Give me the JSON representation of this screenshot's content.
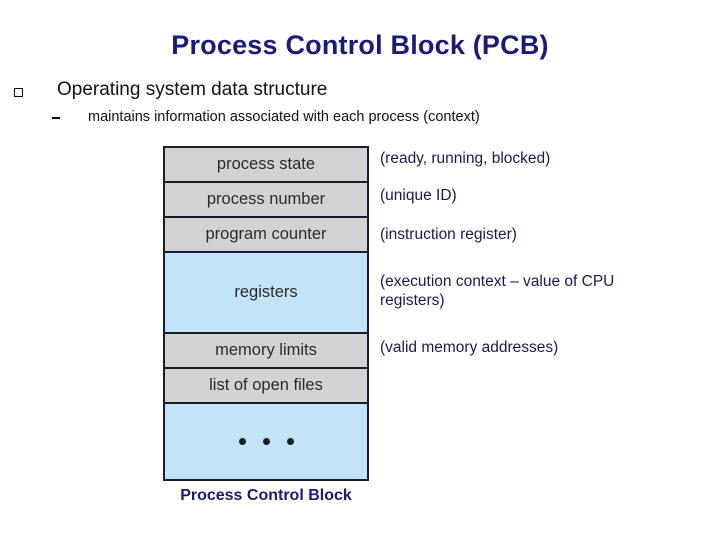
{
  "slide": {
    "title": "Process Control Block (PCB)",
    "title_color": "#1a1a78",
    "background_color": "#ffffff"
  },
  "bullets": {
    "level1": {
      "marker": "hollow-square-bullet",
      "text": "Operating system data structure"
    },
    "level2": {
      "marker": "dash-bullet",
      "text": "maintains information associated with each process (context)"
    }
  },
  "diagram": {
    "caption": "Process Control Block",
    "caption_color": "#1a1a78",
    "colors": {
      "gray_row": "#d2d2d2",
      "blue_row": "#c3e4f8",
      "border": "#1a1a2e",
      "row_text": "#2b2b2b"
    },
    "rows": [
      {
        "label": "process state",
        "fill": "gray",
        "size": "h-sm"
      },
      {
        "label": "process number",
        "fill": "gray",
        "size": "h-sm"
      },
      {
        "label": "program counter",
        "fill": "gray",
        "size": "h-sm"
      },
      {
        "label": "registers",
        "fill": "blue",
        "size": "h-lg"
      },
      {
        "label": "memory limits",
        "fill": "gray",
        "size": "h-sm"
      },
      {
        "label": "list of open files",
        "fill": "gray",
        "size": "h-sm"
      },
      {
        "label": "• • •",
        "fill": "blue",
        "size": "h-xl"
      }
    ]
  },
  "annotations": {
    "color": "#1a1a4e",
    "items": [
      {
        "text": "(ready, running, blocked)",
        "for_row": "process state"
      },
      {
        "text": "(unique ID)",
        "for_row": "process number"
      },
      {
        "text": "(instruction register)",
        "for_row": "program counter"
      },
      {
        "text": "(execution context – value of CPU registers)",
        "for_row": "registers"
      },
      {
        "text": "(valid memory addresses)",
        "for_row": "memory limits"
      }
    ]
  }
}
